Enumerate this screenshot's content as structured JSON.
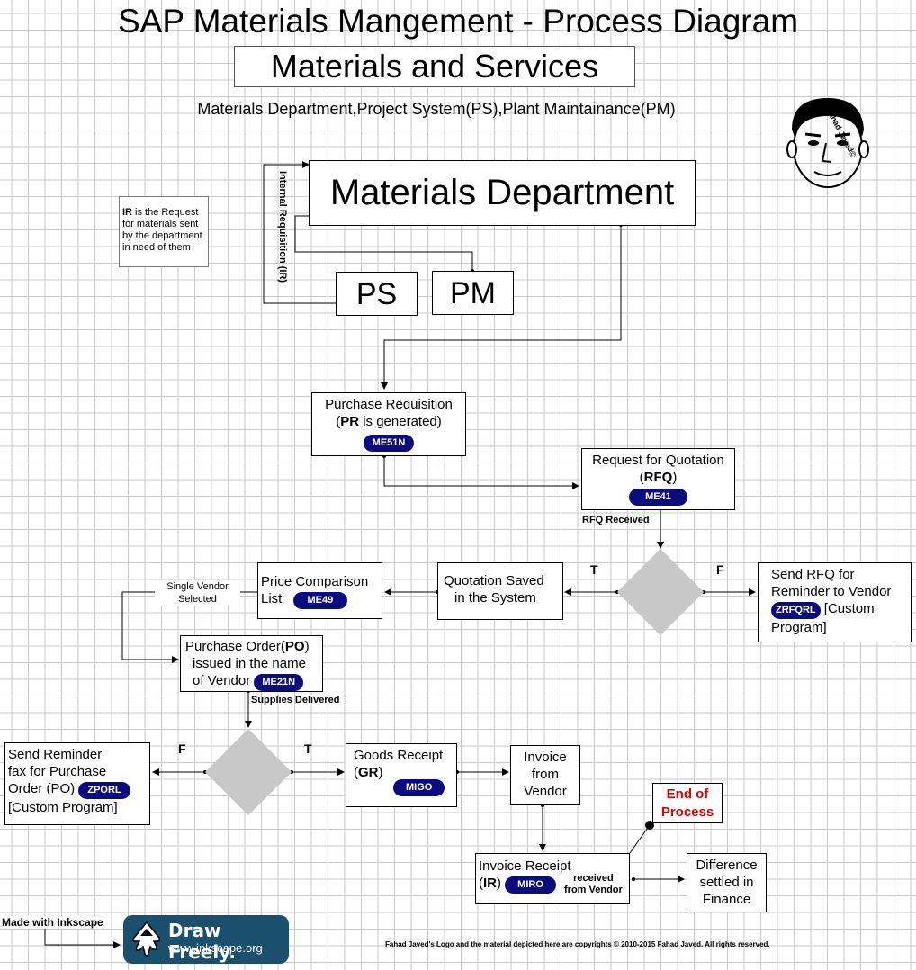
{
  "header": {
    "title": "SAP Materials Mangement - Process Diagram",
    "subtitle": "Materials and Services",
    "departments": "Materials Department,Project System(PS),Plant Maintainance(PM)"
  },
  "note": {
    "ir_bold": "IR",
    "ir_text": " is the Request for materials sent by the department in need of them"
  },
  "materials_department": "Materials Department",
  "ps_label": "PS",
  "pm_label": "PM",
  "internal_requisition": "Internal Requisition (IR)",
  "signature": "Fahad Javed©",
  "nodes": {
    "purchase_requisition": {
      "line1": "Purchase Requisition",
      "line2_pre": "(",
      "line2_bold": "PR",
      "line2_post": " is generated)",
      "tcode": "ME51N"
    },
    "rfq": {
      "line1": "Request for Quotation",
      "line2_pre": "(",
      "line2_bold": "RFQ",
      "line2_post": ")",
      "tcode": "ME41"
    },
    "send_rfq_reminder": {
      "line1": "Send RFQ for",
      "line2": "Reminder to Vendor",
      "tcode": "ZRFQRL",
      "tail1": "[Custom",
      "tail2": "Program]"
    },
    "quotation_saved": {
      "line1": "Quotation Saved",
      "line2": "in the System"
    },
    "price_comparison": {
      "line1": "Price Comparison",
      "line2": "List",
      "tcode": "ME49"
    },
    "purchase_order": {
      "line1_pre": "Purchase Order(",
      "line1_bold": "PO",
      "line1_post": ")",
      "line2": "issued in the name",
      "line3": "of Vendor",
      "tcode": "ME21N"
    },
    "send_reminder_fax": {
      "line1": "Send Reminder",
      "line2": "fax for Purchase",
      "line3": "Order (PO)",
      "tcode": "ZPORL",
      "line4": "[Custom Program]"
    },
    "goods_receipt": {
      "line1": "Goods Receipt",
      "line2_pre": "(",
      "line2_bold": "GR",
      "line2_post": ")",
      "tcode": "MIGO"
    },
    "invoice_from_vendor": {
      "line1": "Invoice",
      "line2": "from",
      "line3": "Vendor"
    },
    "invoice_receipt": {
      "line1": "Invoice Receipt",
      "line2_pre": "(",
      "line2_bold": "IR",
      "line2_post": ")",
      "tcode": "MIRO",
      "received1": "received",
      "received2": "from Vendor"
    },
    "difference_settled": {
      "line1": "Difference",
      "line2": "settled in",
      "line3": "Finance"
    },
    "end_of_process": {
      "line1": "End of",
      "line2": "Process"
    }
  },
  "edge_labels": {
    "rfq_received": "RFQ Received",
    "rfq_true": "T",
    "rfq_false": "F",
    "single_vendor_1": "Single Vendor",
    "single_vendor_2": "Selected",
    "supplies_delivered": "Supplies Delivered",
    "gr_false": "F",
    "gr_true": "T"
  },
  "footer": {
    "made_with": "Made with Inkscape",
    "badge_title": "Draw Freely.",
    "badge_url": "www.inkscape.org",
    "copyright": "Fahad Javed's Logo and the material depicted here are copyrights © 2010-2015 Fahad Javed. All rights reserved."
  },
  "colors": {
    "tcode_pill": "#0b0b7d",
    "decision": "#c8c8c8",
    "end_of_process": "#e00000",
    "inkscape_badge": "#1a4f6e"
  }
}
